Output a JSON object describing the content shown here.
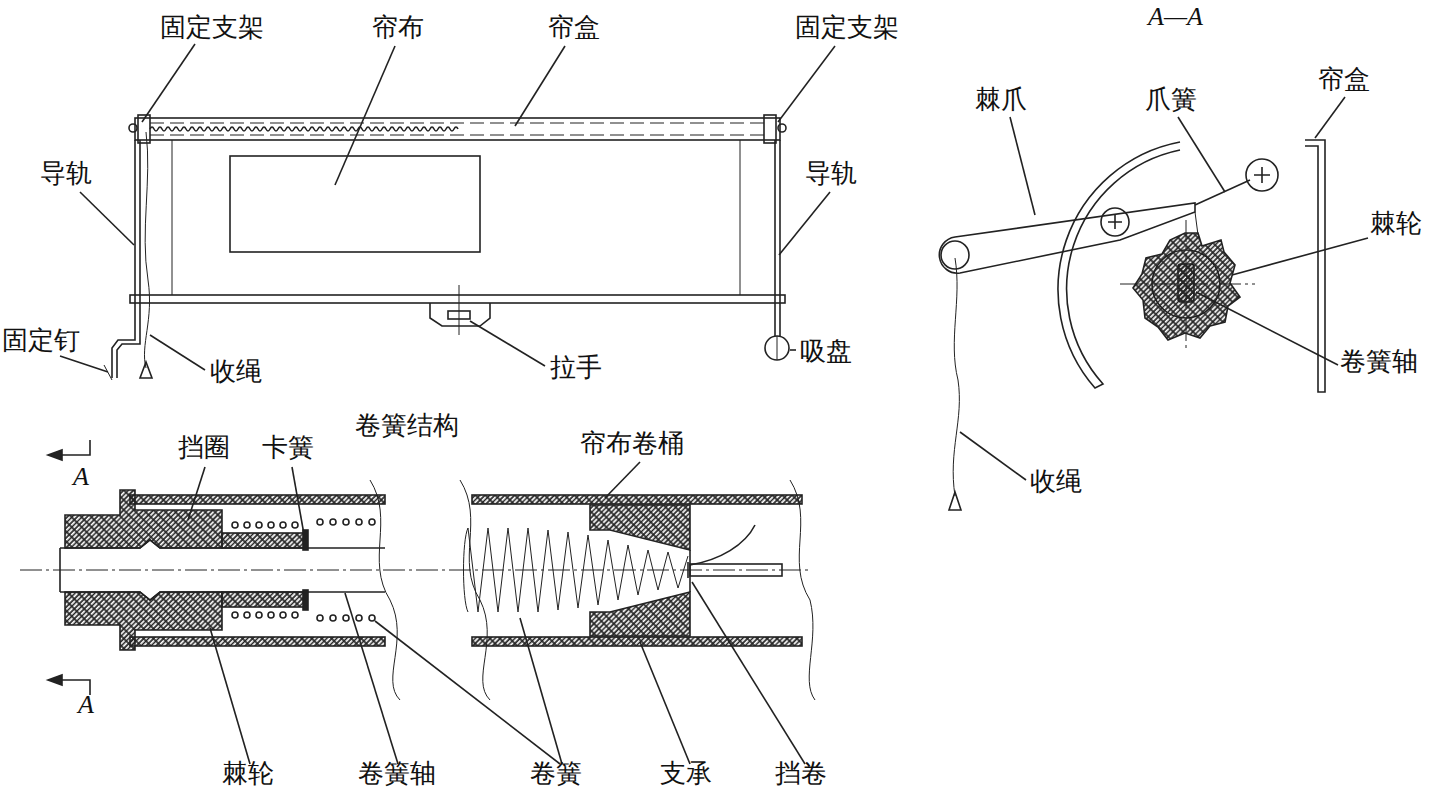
{
  "diagram": {
    "labels": [
      "固定支架",
      "帘布",
      "帘盒",
      "固定支架",
      "导轨",
      "导轨",
      "固定钉",
      "收绳",
      "拉手",
      "吸盘",
      "A—A",
      "棘爪",
      "爪簧",
      "帘盒",
      "棘轮",
      "卷簧轴",
      "收绳",
      "卷簧结构",
      "帘布卷桶",
      "挡圈",
      "卡簧",
      "A",
      "A",
      "棘轮",
      "卷簧轴",
      "卷簧",
      "支承",
      "挡卷"
    ]
  }
}
